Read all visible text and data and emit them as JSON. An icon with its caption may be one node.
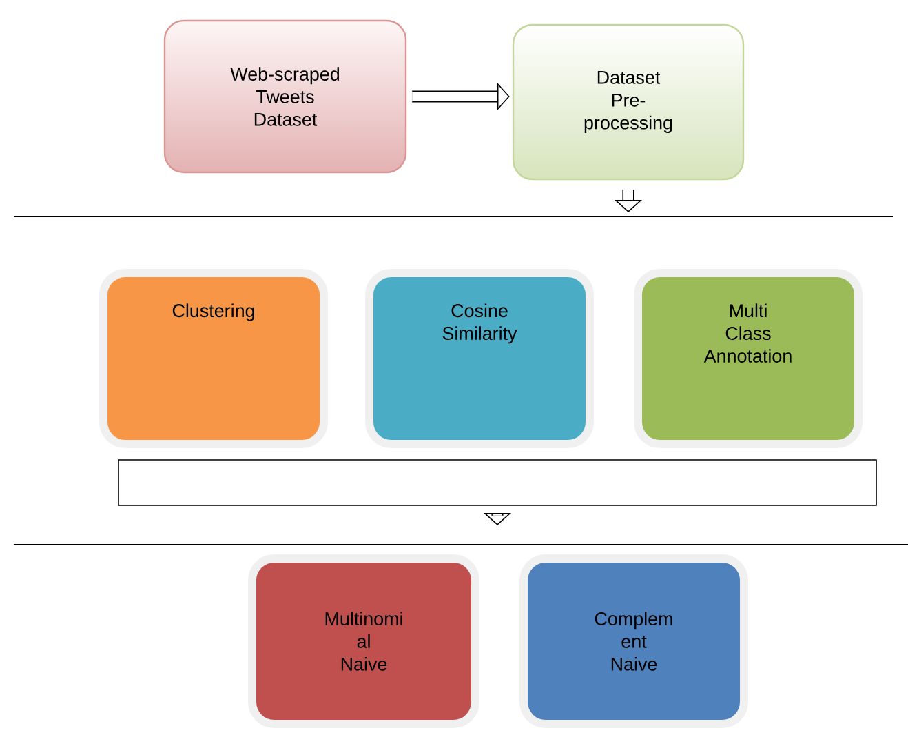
{
  "diagram": {
    "nodes": [
      {
        "text": [
          "Web-scraped Tweets Dataset"
        ]
      },
      {
        "text": [
          "Dataset Pre- processing"
        ]
      },
      {
        "text": [
          "Clustering"
        ]
      },
      {
        "text": [
          "Cosine Similarity"
        ]
      },
      {
        "text": [
          "Multi Class Annotation"
        ]
      },
      {
        "text": [],
        "shape": "box"
      },
      {
        "text": [
          "Multinomi al Naive"
        ]
      },
      {
        "text": [
          "Complem ent Naive"
        ]
      }
    ],
    "edges": [
      {
        "from": 0,
        "to": 1,
        "arrow": "to"
      },
      {
        "from": 1,
        "to": null,
        "arrow": "to"
      },
      {
        "from": 5,
        "to": null,
        "arrow": "to"
      }
    ]
  }
}
